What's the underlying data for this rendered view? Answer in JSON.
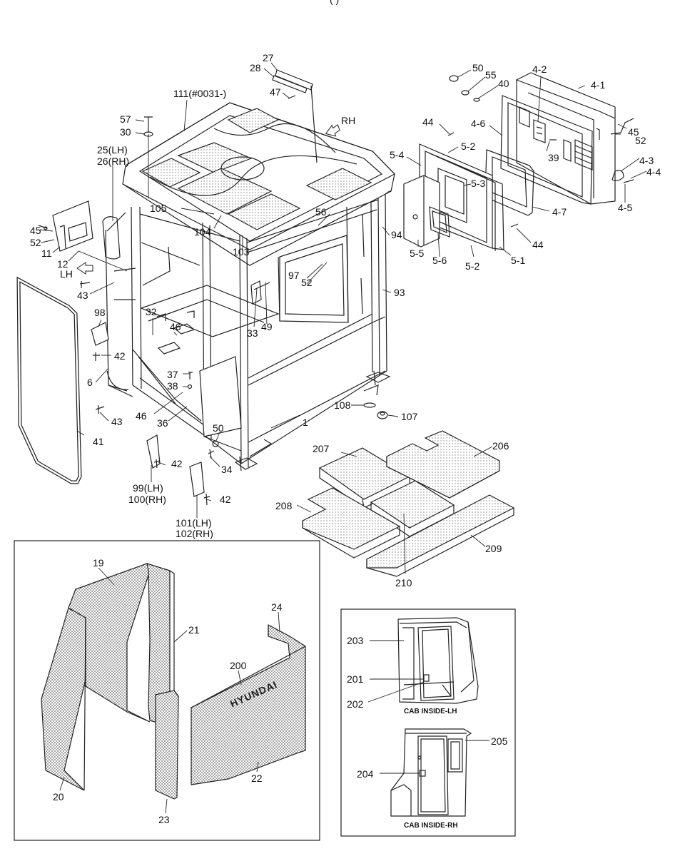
{
  "header": {
    "fragment": "(       )"
  },
  "labels": {
    "p27": "27",
    "p28": "28",
    "p47": "47",
    "p111": "111(#0031-)",
    "p57": "57",
    "p30": "30",
    "p25": "25(LH)",
    "p26": "26(RH)",
    "rh": "RH",
    "lh": "LH",
    "p45a": "45",
    "p52a": "52",
    "p11": "11",
    "p12": "12",
    "p105": "105",
    "p104": "104",
    "p103": "103",
    "p56": "56",
    "p94": "94",
    "p97": "97",
    "p52b": "52",
    "p93": "93",
    "p33": "33",
    "p49": "49",
    "p43a": "43",
    "p98": "98",
    "p32": "32",
    "p46a": "46",
    "p42a": "42",
    "p6": "6",
    "p37": "37",
    "p38": "38",
    "p46b": "46",
    "p36": "36",
    "p43b": "43",
    "p41": "41",
    "p50a": "50",
    "p34": "34",
    "p42b": "42",
    "p42c": "42",
    "p99": "99(LH)",
    "p100": "100(RH)",
    "p101": "101(LH)",
    "p102": "102(RH)",
    "p1": "1",
    "p108": "108",
    "p107": "107",
    "p50b": "50",
    "p55": "55",
    "p40": "40",
    "p42x": "4-2",
    "p41x": "4-1",
    "p44a": "44",
    "p46x": "4-6",
    "p52c": "52",
    "p45b": "45",
    "p39": "39",
    "p54": "5-4",
    "p52x": "5-2",
    "p53": "5-3",
    "p43x": "4-3",
    "p44x": "4-4",
    "p45x": "4-5",
    "p47x": "4-7",
    "p44b": "44",
    "p55x": "5-5",
    "p56x": "5-6",
    "p52y": "5-2",
    "p51": "5-1",
    "p207": "207",
    "p206": "206",
    "p208": "208",
    "p209": "209",
    "p210": "210",
    "p19": "19",
    "p21": "21",
    "p24": "24",
    "p200": "200",
    "p20": "20",
    "p23": "23",
    "p22": "22",
    "p203": "203",
    "p201": "201",
    "p202": "202",
    "p205": "205",
    "p204": "204"
  },
  "logo_text": "HYUNDAI",
  "captions": {
    "cab_lh": "CAB INSIDE-LH",
    "cab_rh": "CAB INSIDE-RH"
  }
}
